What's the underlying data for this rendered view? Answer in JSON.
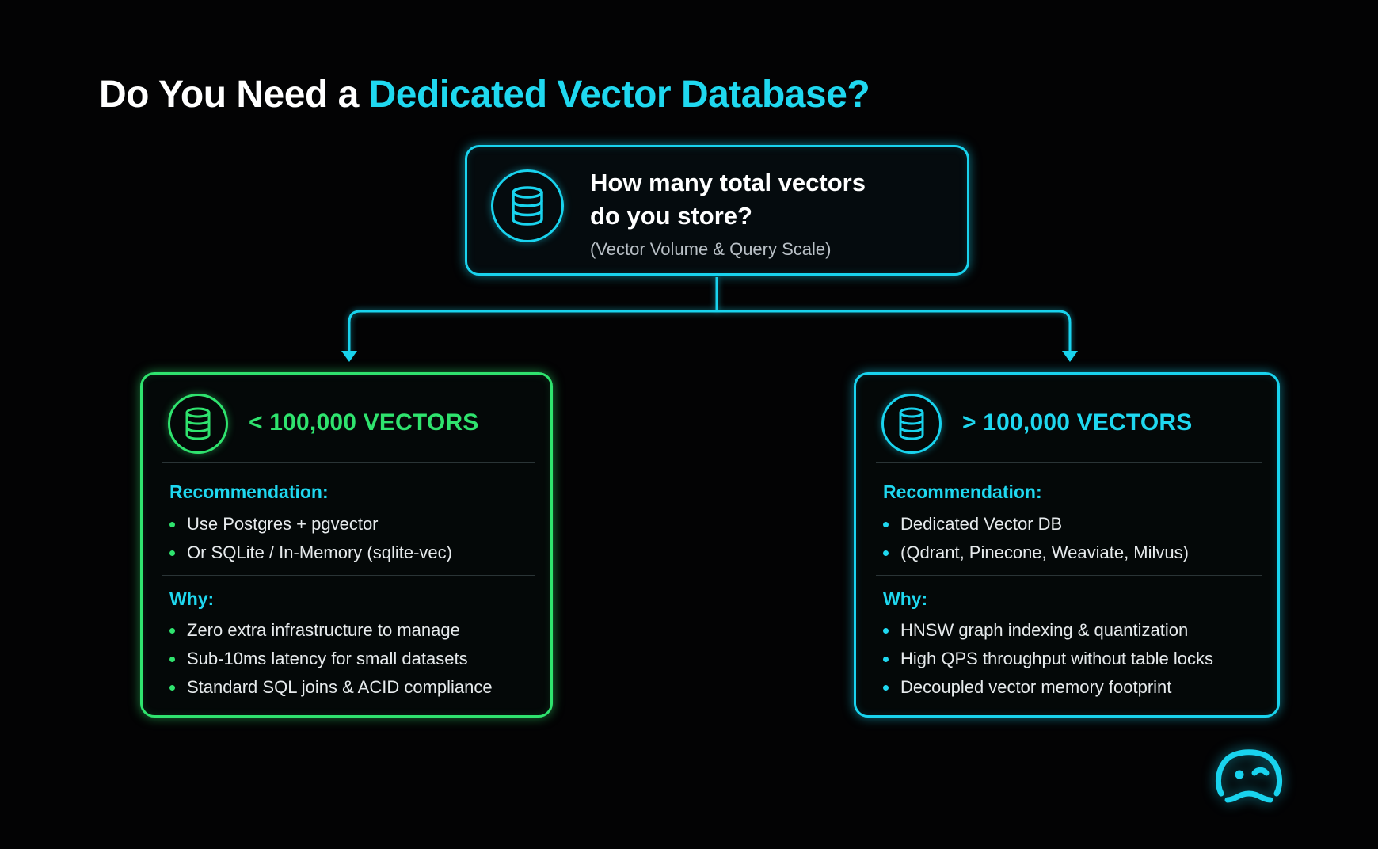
{
  "title": {
    "prefix": "Do You Need a ",
    "accent": "Dedicated Vector Database?"
  },
  "question": {
    "line1": "How many total vectors",
    "line2": "do you store?",
    "subtitle": "(Vector Volume & Query Scale)",
    "icon": "database-icon"
  },
  "left_card": {
    "heading": "< 100,000 VECTORS",
    "icon": "database-icon",
    "recommendation_label": "Recommendation:",
    "recommendations": [
      "Use Postgres + pgvector",
      "Or SQLite / In-Memory (sqlite-vec)"
    ],
    "why_label": "Why:",
    "reasons": [
      "Zero extra infrastructure to manage",
      "Sub-10ms latency for small datasets",
      "Standard SQL joins & ACID compliance"
    ]
  },
  "right_card": {
    "heading": "> 100,000 VECTORS",
    "icon": "database-icon",
    "recommendation_label": "Recommendation:",
    "recommendations": [
      "Dedicated Vector DB",
      "(Qdrant, Pinecone, Weaviate, Milvus)"
    ],
    "why_label": "Why:",
    "reasons": [
      "HNSW graph indexing & quantization",
      "High QPS throughput without table locks",
      "Decoupled vector memory footprint"
    ]
  },
  "logo": "mascot-face-icon",
  "colors": {
    "background": "#030304",
    "accent_cyan": "#1fd8f0",
    "accent_green": "#2fe36e",
    "text_white": "#ffffff",
    "text_muted": "#b9c0c6"
  }
}
